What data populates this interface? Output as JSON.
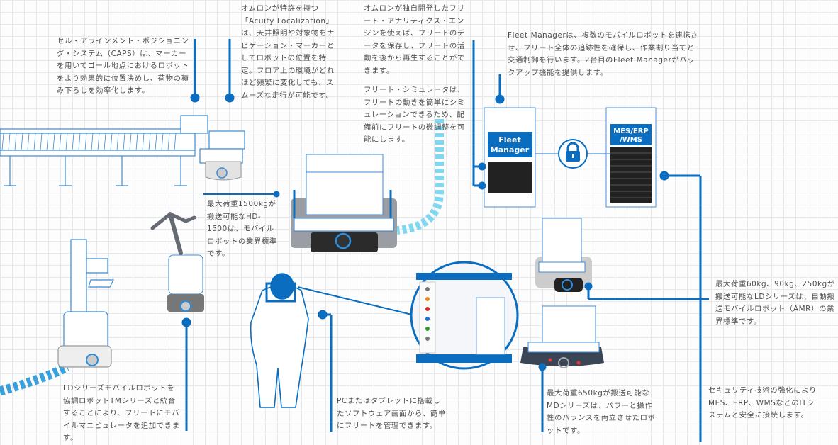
{
  "colors": {
    "accent_blue": "#0a6dbf",
    "light_dash": "#7fdaf2",
    "grid": "#e6e8ec",
    "text": "#4d4d4d"
  },
  "callouts": {
    "caps": "セル・アラインメント・ポジショニング・システム（CAPS）は、マーカーを用いてゴール地点におけるロボットをより効果的に位置決めし、荷物の積み下ろしを効率化します。",
    "acuity": "オムロンが特許を持つ「Acuity Localization」は、天井照明や対象物をナビゲーション・マーカーとしてロボットの位置を特定。フロア上の環境がどれほど頻繁に変化しても、スムーズな走行が可能です。",
    "analytics": "オムロンが独自開発したフリート・アナリティクス・エンジンを使えば、フリートのデータを保存し、フリートの活動を後から再生することができます。",
    "simulator": "フリート・シミュレータは、フリートの動きを簡単にシミュレーションできるため、配備前にフリートの微調整を可能にします。",
    "fleet_manager": "Fleet Managerは、複数のモバイルロボットを連携させ、フリート全体の追跡性を確保し、作業割り当てと交通制御を行います。2台目のFleet Managerがバックアップ機能を提供します。",
    "hd1500": "最大荷重1500kgが搬送可能なHD-1500は、モバイルロボットの業界標準です。",
    "ld_series": "最大荷重60kg、90kg、250kgが搬送可能なLDシリーズは、自動搬送モバイルロボット（AMR）の業界標準です。",
    "tm_manipulator": "LDシリーズモバイルロボットを協調ロボットTMシリーズと統合することにより、フリートにモバイルマニピュレータを追加できます。",
    "software": "PCまたはタブレットに搭載したソフトウェア画面から、簡単にフリートを管理できます。",
    "md_series": "最大荷重650kgが搬送可能なMDシリーズは、パワーと操作性のバランスを両立させたロボットです。",
    "security": "セキュリティ技術の強化によりMES、ERP、WMSなどのITシステムと安全に接続します。"
  },
  "servers": {
    "fleet_manager_label_1": "Fleet",
    "fleet_manager_label_2": "Manager",
    "mes_label_1": "MES/ERP",
    "mes_label_2": "/WMS"
  },
  "icons": {
    "lock": "lock-icon"
  }
}
